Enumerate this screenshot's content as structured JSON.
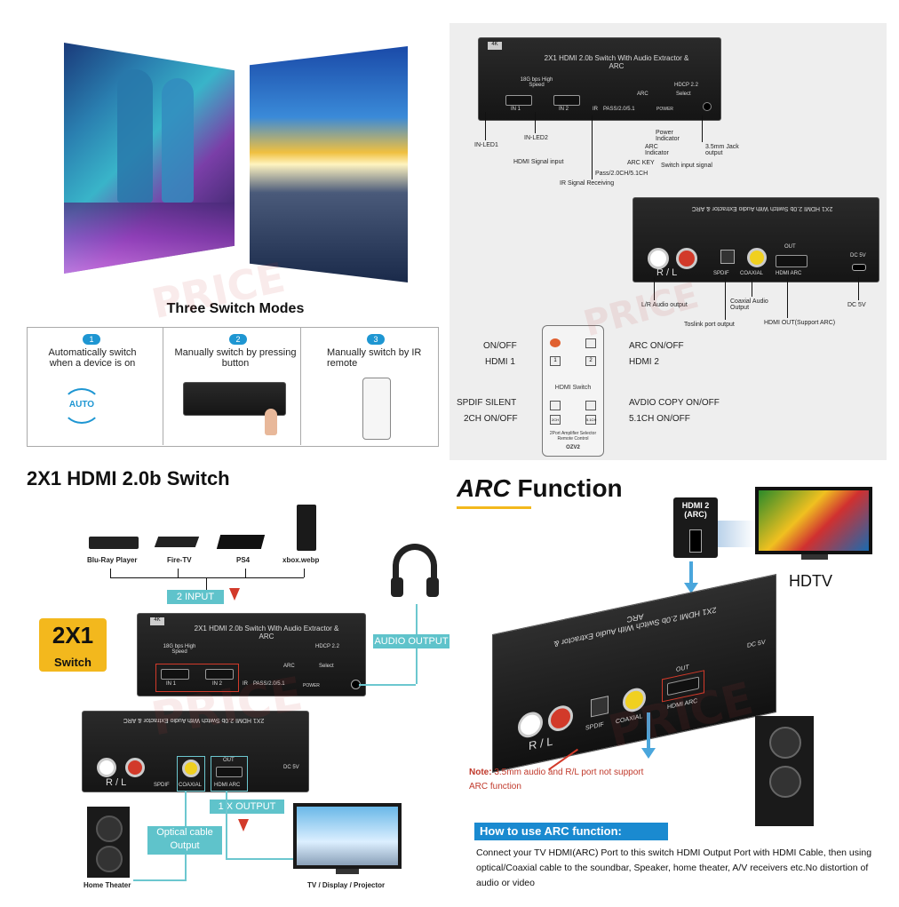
{
  "modes": {
    "title": "Three Switch Modes",
    "mode1": {
      "num": "1",
      "text": "Automatically switch when a device is on",
      "icon_text": "AUTO"
    },
    "mode2": {
      "num": "2",
      "text": "Manually switch by pressing button"
    },
    "mode3": {
      "num": "3",
      "text": "Manually switch by IR remote"
    }
  },
  "device": {
    "name": "2X1 HDMI 2.0b Switch With Audio Extractor & ARC",
    "speed": "18G bps High Speed",
    "hdcp": "HDCP 2.2",
    "badge": "4K",
    "in1": "IN 1",
    "in2": "IN 2",
    "ir": "IR",
    "pass": "PASS/2.0/5.1",
    "arc": "ARC",
    "power": "POWER",
    "select": "Select",
    "rl": "R / L",
    "spdif": "SPDIF",
    "coaxial": "COAXIAL",
    "out": "OUT",
    "hdmi_arc": "HDMI ARC",
    "dc": "DC 5V"
  },
  "front_callouts": {
    "in_led1": "IN-LED1",
    "in_led2": "IN-LED2",
    "hdmi_signal_input": "HDMI Signal input",
    "ir_signal_receiving": "IR Signal Receiving",
    "pass_mode": "Pass/2.0CH/5.1CH",
    "arc_key": "ARC KEY",
    "arc_indicator": "ARC Indicator",
    "power_indicator": "Power Indicator",
    "switch_input_signal": "Switch input signal",
    "jack_output": "3.5mm Jack output"
  },
  "back_callouts": {
    "lr_audio": "L/R Audio output",
    "toslink": "Toslink port output",
    "coaxial_audio": "Coaxial Audio Output",
    "hdmi_out": "HDMI OUT(Support ARC)",
    "dc5v": "DC 5V"
  },
  "remote": {
    "title": "HDMI Switch",
    "footer": "2Port Amplifier Selector Remote Control",
    "model": "OZV2",
    "left_labels": [
      "ON/OFF",
      "HDMI 1",
      "SPDIF SILENT",
      "2CH ON/OFF"
    ],
    "right_labels": [
      "ARC ON/OFF",
      "HDMI 2",
      "AVDIO COPY ON/OFF",
      "5.1CH ON/OFF"
    ],
    "buttons": [
      "",
      "1",
      "2",
      "",
      "2CH",
      "5.1CH"
    ]
  },
  "switch_diagram": {
    "title": "2X1 HDMI 2.0b Switch",
    "sources": [
      "Blu-Ray Player",
      "Fire-TV",
      "PS4",
      "xbox.webp"
    ],
    "input_label": "2 INPUT",
    "audio_output": "AUDIO OUTPUT",
    "badge_top": "2X1",
    "badge_bottom": "Switch",
    "output_label": "1 X OUTPUT",
    "optical_label": "Optical cable Output",
    "home_theater": "Home Theater",
    "tv": "TV / Display / Projector"
  },
  "arc_panel": {
    "title_arc": "ARC",
    "title_rest": " Function",
    "hdmi2_label": "HDMI 2 (ARC)",
    "hdtv": "HDTV",
    "note_prefix": "Note:",
    "note_text": " 3.5mm audio and R/L port not support ARC function",
    "howto_title": "How to use ARC function:",
    "howto_body": "Connect your TV HDMI(ARC) Port to this switch HDMI Output Port with HDMI Cable, then using optical/Coaxial cable to the soundbar, Speaker, home theater, A/V receivers etc.No distortion of audio or video"
  },
  "watermark": "PRICE",
  "colors": {
    "teal": "#5fc3cb",
    "blue_circle": "#1e96d2",
    "red": "#d23a2a",
    "device": "#1c1c1c",
    "yellow_badge": "#f3b81d"
  }
}
